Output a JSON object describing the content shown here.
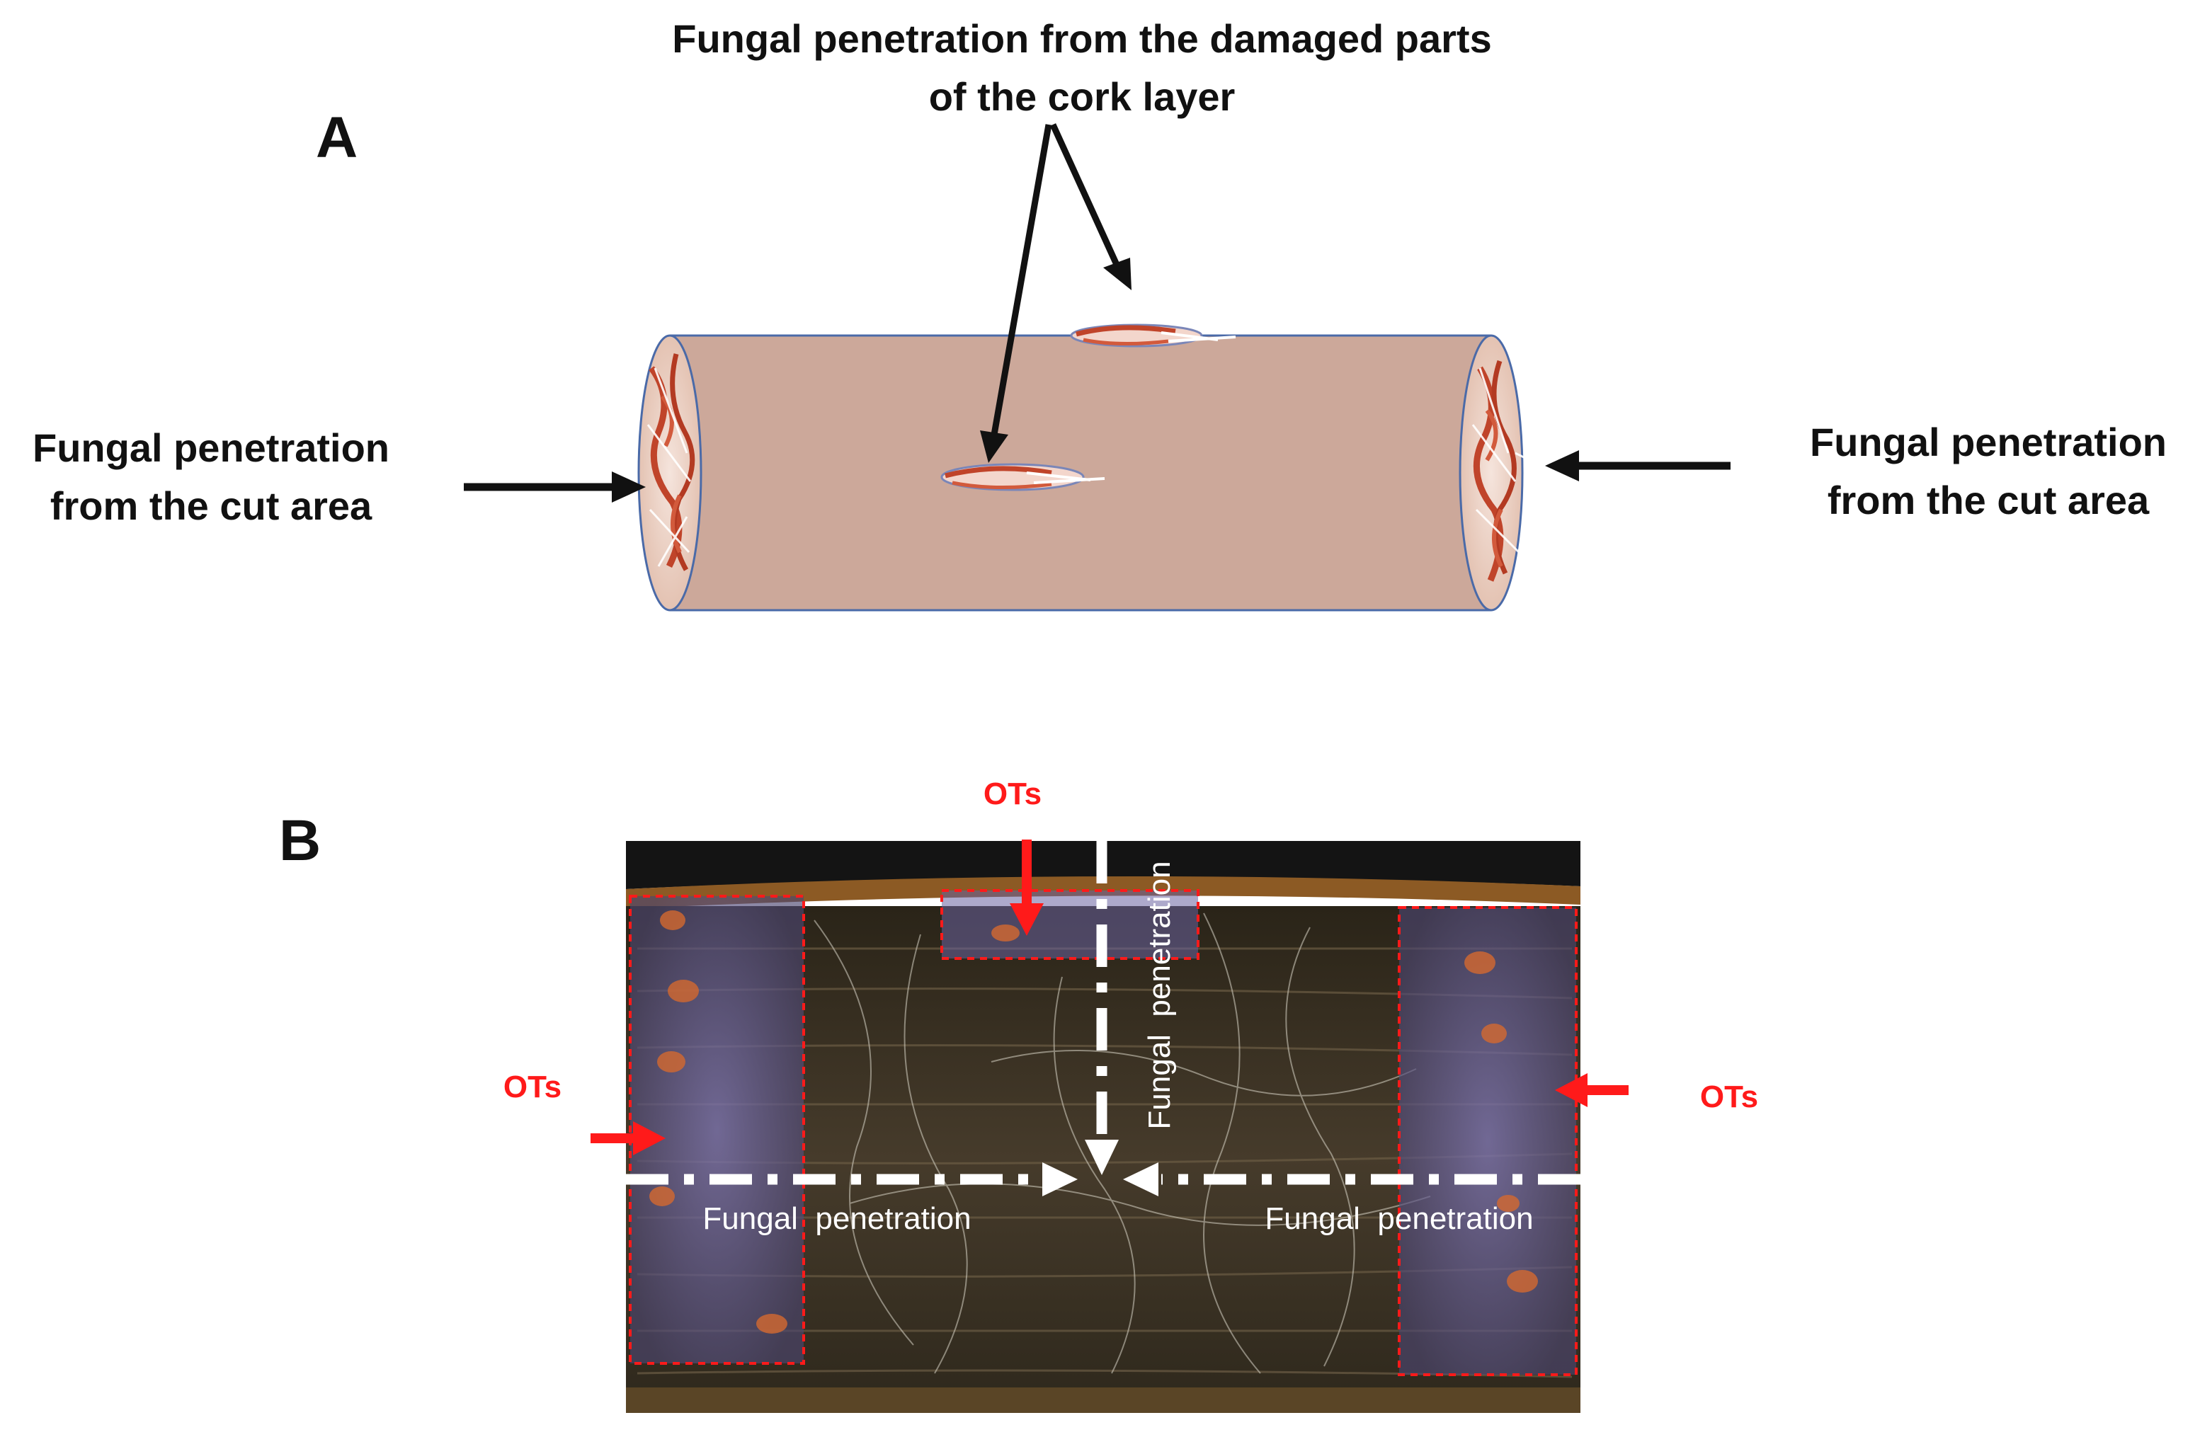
{
  "panel_a": {
    "letter": "A",
    "top_label_line1": "Fungal penetration from the damaged parts",
    "top_label_line2": "of the cork layer",
    "left_label_line1": "Fungal penetration",
    "left_label_line2": "from the cut area",
    "right_label_line1": "Fungal penetration",
    "right_label_line2": "from the cut area"
  },
  "panel_b": {
    "letter": "B",
    "ots_top": "OTs",
    "ots_left": "OTs",
    "ots_right": "OTs",
    "vertical_label": "Fungal  penetration",
    "horizontal_label_left": "Fungal  penetration",
    "horizontal_label_right": "Fungal  penetration"
  },
  "colors": {
    "cylinder_fill": "#cca89a",
    "annotation_red": "#ff1a1a",
    "wood_dark": "#3e3426",
    "ots_region_tint": "#6a62a0"
  }
}
